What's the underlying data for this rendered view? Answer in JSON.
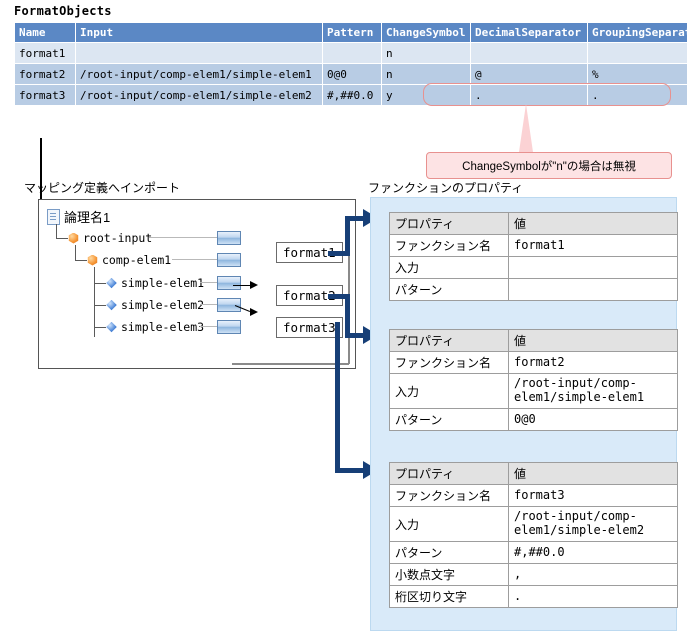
{
  "format_objects": {
    "title": "FormatObjects",
    "columns": [
      "Name",
      "Input",
      "Pattern",
      "ChangeSymbol",
      "DecimalSeparator",
      "GroupingSeparator"
    ],
    "rows": [
      {
        "name": "format1",
        "input": "",
        "pattern": "",
        "change_symbol": "n",
        "decimal_separator": "",
        "grouping_separator": ""
      },
      {
        "name": "format2",
        "input": "/root-input/comp-elem1/simple-elem1",
        "pattern": "0@0",
        "change_symbol": "n",
        "decimal_separator": "@",
        "grouping_separator": "%"
      },
      {
        "name": "format3",
        "input": "/root-input/comp-elem1/simple-elem2",
        "pattern": "#,##0.0",
        "change_symbol": "y",
        "decimal_separator": ".",
        "grouping_separator": "."
      }
    ],
    "highlight_note": "ChangeSymbolが\"n\"の場合は無視"
  },
  "left_section": {
    "heading": "マッピング定義へインポート",
    "root_label": "論理名1",
    "nodes": [
      {
        "label": "root-input",
        "icon": "complex-element-icon"
      },
      {
        "label": "comp-elem1",
        "icon": "complex-element-icon"
      },
      {
        "label": "simple-elem1",
        "icon": "simple-element-icon"
      },
      {
        "label": "simple-elem2",
        "icon": "simple-element-icon"
      },
      {
        "label": "simple-elem3",
        "icon": "simple-element-icon"
      }
    ],
    "format_boxes": [
      "format1",
      "format2",
      "format3"
    ]
  },
  "right_section": {
    "heading": "ファンクションのプロパティ",
    "tables": [
      {
        "header": {
          "key": "プロパティ",
          "value": "値"
        },
        "rows": [
          {
            "key": "ファンクション名",
            "value": "format1"
          },
          {
            "key": "入力",
            "value": ""
          },
          {
            "key": "パターン",
            "value": ""
          }
        ]
      },
      {
        "header": {
          "key": "プロパティ",
          "value": "値"
        },
        "rows": [
          {
            "key": "ファンクション名",
            "value": "format2"
          },
          {
            "key": "入力",
            "value": "/root-input/comp-elem1/simple-elem1"
          },
          {
            "key": "パターン",
            "value": "0@0"
          }
        ]
      },
      {
        "header": {
          "key": "プロパティ",
          "value": "値"
        },
        "rows": [
          {
            "key": "ファンクション名",
            "value": "format3"
          },
          {
            "key": "入力",
            "value": "/root-input/comp-elem1/simple-elem2"
          },
          {
            "key": "パターン",
            "value": "#,##0.0"
          },
          {
            "key": "小数点文字",
            "value": ","
          },
          {
            "key": "桁区切り文字",
            "value": "."
          }
        ]
      }
    ]
  },
  "colors": {
    "table_header": "#5b88c5",
    "row_odd": "#dce6f2",
    "row_even": "#b8cce4",
    "highlight": "#e8918f",
    "callout_bg": "#fde3e4",
    "panel_bg": "#d9eaf9",
    "arrow_navy": "#173f77"
  }
}
